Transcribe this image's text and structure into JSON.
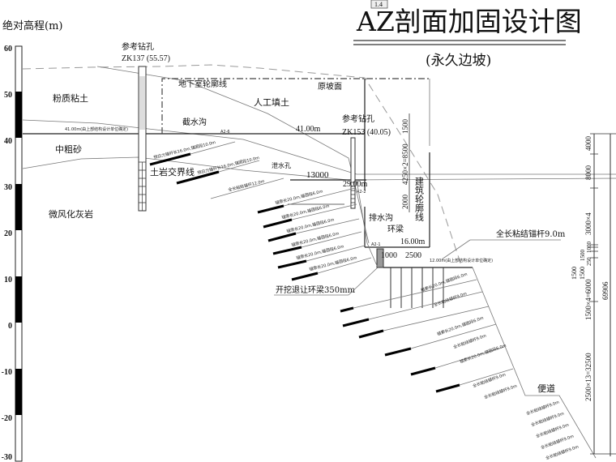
{
  "title": "AZ剖面加固设计图",
  "subtitle": "(永久边坡)",
  "title_box": "1.4",
  "axis": {
    "label": "绝对高程(m)",
    "ticks": [
      "60",
      "50",
      "40",
      "30",
      "20",
      "10",
      "0",
      "-10",
      "-20",
      "-30"
    ]
  },
  "borehole_left": {
    "label": "参考钻孔",
    "id": "ZK137 (55.57)"
  },
  "borehole_right": {
    "label": "参考钻孔",
    "id": "ZK153 (40.05)"
  },
  "strata": {
    "silty_clay": "粉质粘土",
    "coarse_sand": "中粗砂",
    "limestone": "微风化灰岩",
    "fill": "人工填土",
    "soil_rock_boundary": "土岩交界线"
  },
  "labels": {
    "basement_outline": "地下室轮廓线",
    "original_slope": "原坡面",
    "intercept_ditch": "截水沟",
    "drain_hole": "泄水孔",
    "drain_ditch": "排水沟",
    "ring_beam": "环梁",
    "building_outline": "建筑轮廓线",
    "full_bond_bolt": "全长粘结锚杆9.0m",
    "ring_beam_setback": "开挖退让环梁350mm",
    "access_road": "便道",
    "level_41_note": "41.00m(由上部结构设计单位确定)",
    "level_12_note": "12.00m(由上部结构设计单位确定)",
    "anchor_a": "预应力锚杆长16.0m,锚固段10.0m",
    "anchor_b": "全长粘结锚杆12.0m",
    "cable": "锚索长20.0m,锚固段6.0m",
    "bolt9": "全长粘结锚杆9.0m",
    "a2_1": "A2-1",
    "a2_2": "A2-2",
    "a2_6": "A2-6"
  },
  "elevations": {
    "e41": "41.00m",
    "e29": "29.00m",
    "e16": "16.00m"
  },
  "dimensions": {
    "d13000": "13000",
    "d1000": "1000",
    "d2500": "2500",
    "d1500": "1500",
    "d4250": "4250×2=8500",
    "d2000": "2000",
    "r4000": "4000",
    "r8000": "8000",
    "r3000": "3000×4",
    "r1000": "1000",
    "r1500a": "1500",
    "r250": "250",
    "r1500b": "1500",
    "r1500c": "1500",
    "r6000": "1500×4=6000",
    "r32500": "2500×13=32500",
    "r69906": "69906"
  }
}
